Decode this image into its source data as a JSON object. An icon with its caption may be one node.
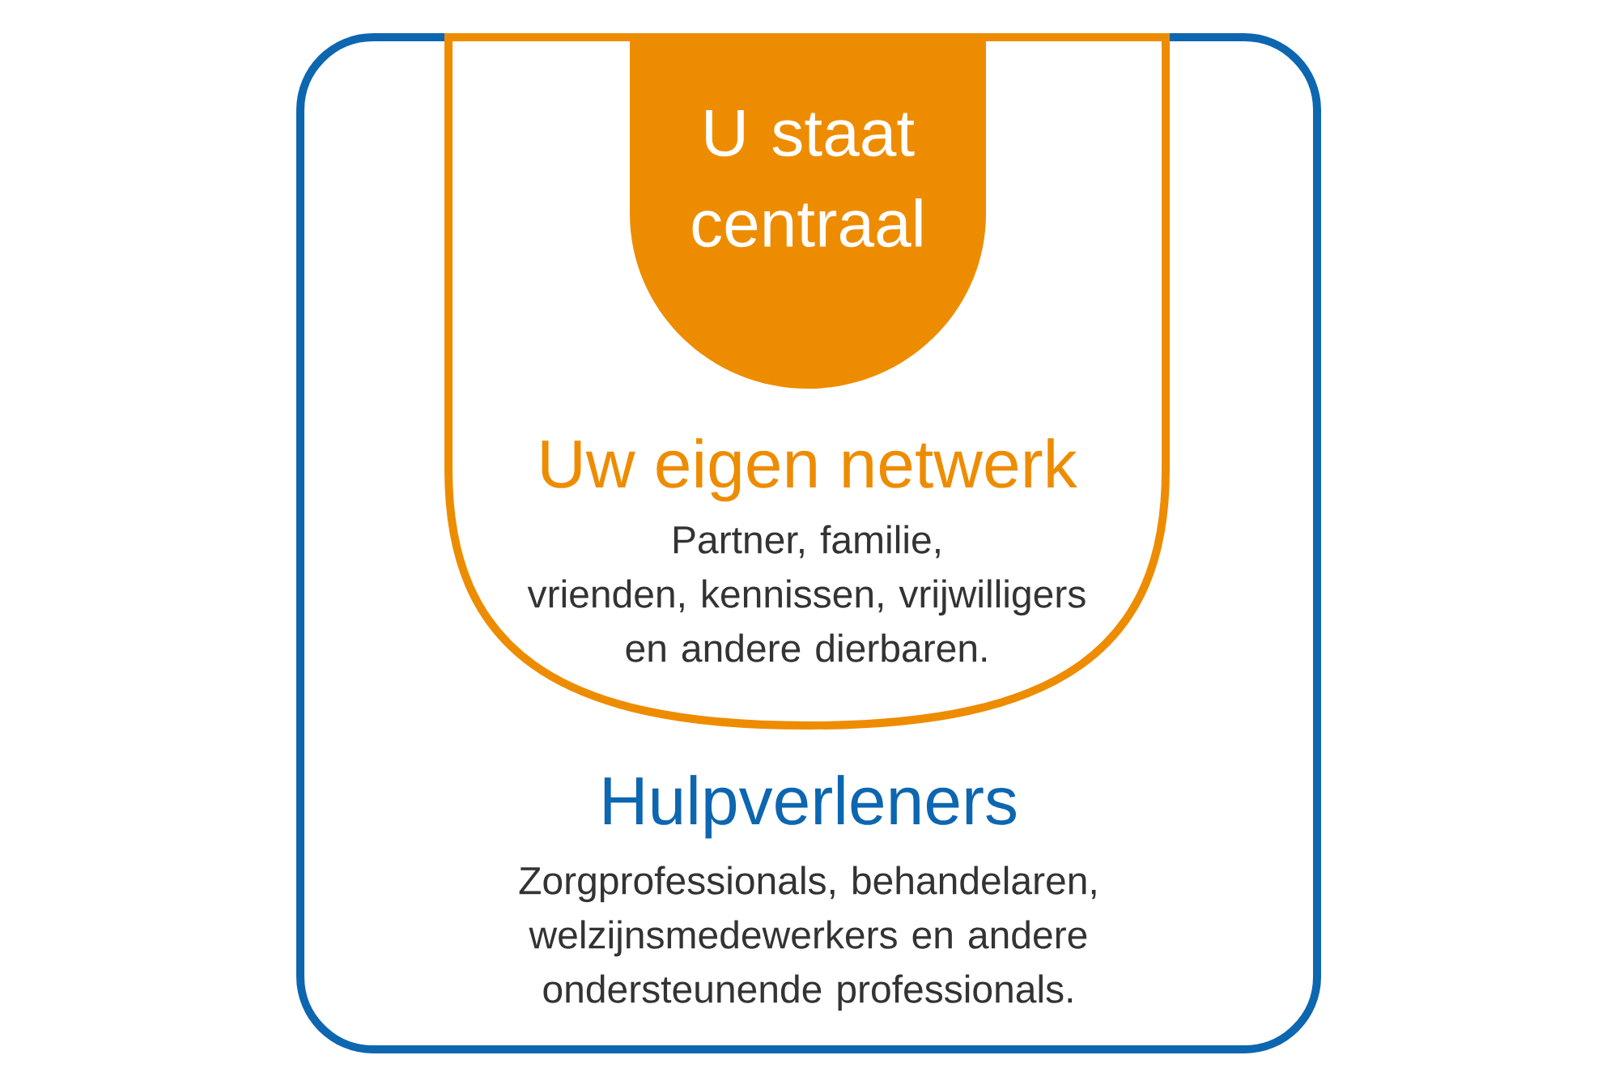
{
  "diagram": {
    "nodes": [
      {
        "text": [
          "Hulpverleners",
          "Zorgprofessionals, behandelaren, welzijnsmedewerkers en andere ondersteunende professionals."
        ]
      },
      {
        "text": [
          "Uw eigen netwerk",
          "Partner, familie, vrienden, kennissen, vrijwilligers en andere dierbaren."
        ],
        "in": 0
      },
      {
        "text": [
          "U staat centraal"
        ],
        "in": 1
      }
    ]
  }
}
